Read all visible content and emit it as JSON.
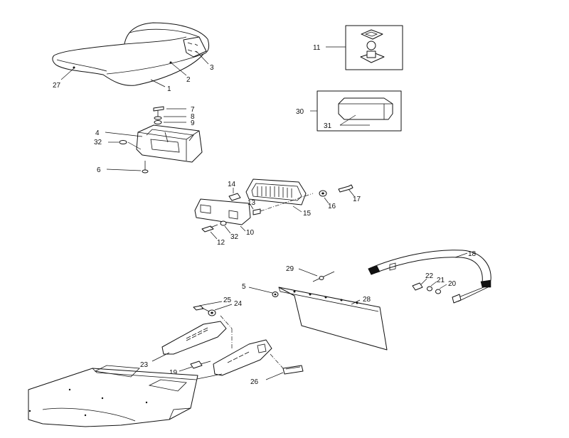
{
  "callouts": {
    "c1": "1",
    "c2": "2",
    "c3": "3",
    "c4": "4",
    "c5": "5",
    "c6": "6",
    "c7": "7",
    "c8": "8",
    "c9": "9",
    "c10": "10",
    "c11": "11",
    "c12": "12",
    "c13": "13",
    "c14": "14",
    "c15": "15",
    "c16": "16",
    "c17": "17",
    "c18": "18",
    "c19": "19",
    "c20": "20",
    "c21": "21",
    "c22": "22",
    "c23a": "23",
    "c23b": "23",
    "c24": "24",
    "c25": "25",
    "c26": "26",
    "c27": "27",
    "c28": "28",
    "c29": "29",
    "c30": "30",
    "c31": "31",
    "c32a": "32",
    "c32b": "32"
  }
}
